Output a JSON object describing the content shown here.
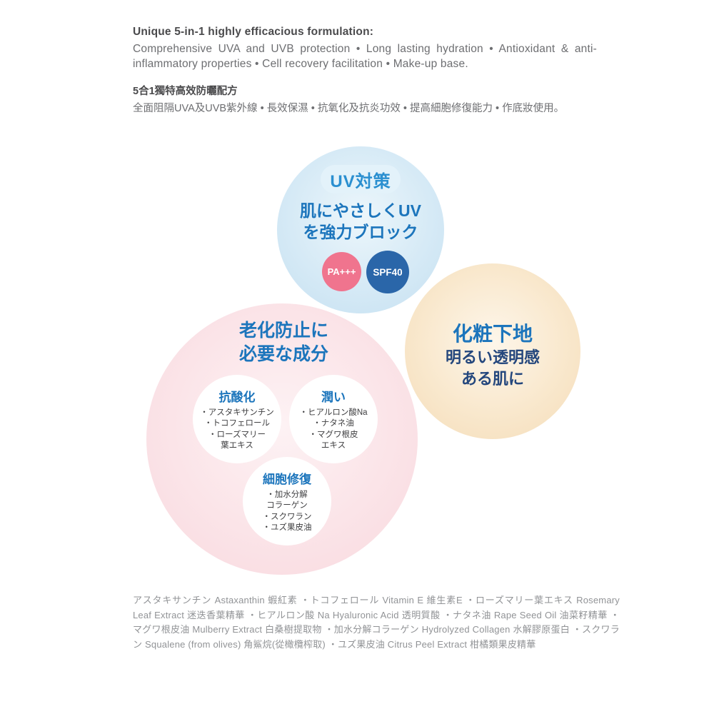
{
  "intro": {
    "en_title": "Unique 5-in-1 highly efficacious formulation:",
    "en_body": "Comprehensive UVA and UVB protection • Long lasting hydration • Antioxidant & anti-inflammatory properties • Cell recovery facilitation • Make-up base.",
    "zh_title": "5合1獨特高效防曬配方",
    "zh_body": "全面阻隔UVA及UVB紫外線 • 長效保濕  • 抗氧化及抗炎功效 • 提高細胞修復能力 • 作底妝使用。"
  },
  "diagram": {
    "uv": {
      "badge": "UV対策",
      "line1": "肌にやさしくUV",
      "line2": "を強力ブロック",
      "pa": "PA+++",
      "spf": "SPF40"
    },
    "aging": {
      "title_line1": "老化防止に",
      "title_line2": "必要な成分",
      "antioxidant": {
        "title": "抗酸化",
        "items": [
          "・アスタキサンチン",
          "・トコフェロール",
          "・ローズマリー",
          "葉エキス"
        ]
      },
      "moisture": {
        "title": "潤い",
        "items": [
          "・ヒアルロン酸Na",
          "・ナタネ油",
          "・マグワ根皮",
          "エキス"
        ]
      },
      "repair": {
        "title": "細胞修復",
        "items": [
          "・加水分解",
          "コラーゲン",
          "・スクワラン",
          "・ユズ果皮油"
        ]
      }
    },
    "base": {
      "title": "化粧下地",
      "line1": "明るい透明感",
      "line2": "ある肌に"
    }
  },
  "footer": {
    "ingredients": "アスタキサンチン Astaxanthin 蝦紅素 ・トコフェロール Vitamin E 維生素E ・ローズマリー葉エキス Rosemary Leaf Extract 迷迭香葉精華 ・ヒアルロン酸 Na Hyaluronic Acid 透明質酸 ・ナタネ油 Rape Seed Oil 油菜籽精華 ・マグワ根皮油 Mulberry Extract 白桑樹提取物 ・加水分解コラーゲン Hydrolyzed Collagen 水解膠原蛋白 ・スクワラン Squalene (from olives) 角鯊烷(從橄欖榨取) ・ユズ果皮油 Citrus Peel Extract 柑橘類果皮精華"
  },
  "colors": {
    "accent_blue": "#1c75bc",
    "navy_text": "#24477d",
    "pink_badge": "#f0748e",
    "blue_badge": "#2a66a9",
    "uv_circle": "#c5e0f1",
    "aging_circle": "#f8d8de",
    "base_circle": "#f4dcb8"
  }
}
